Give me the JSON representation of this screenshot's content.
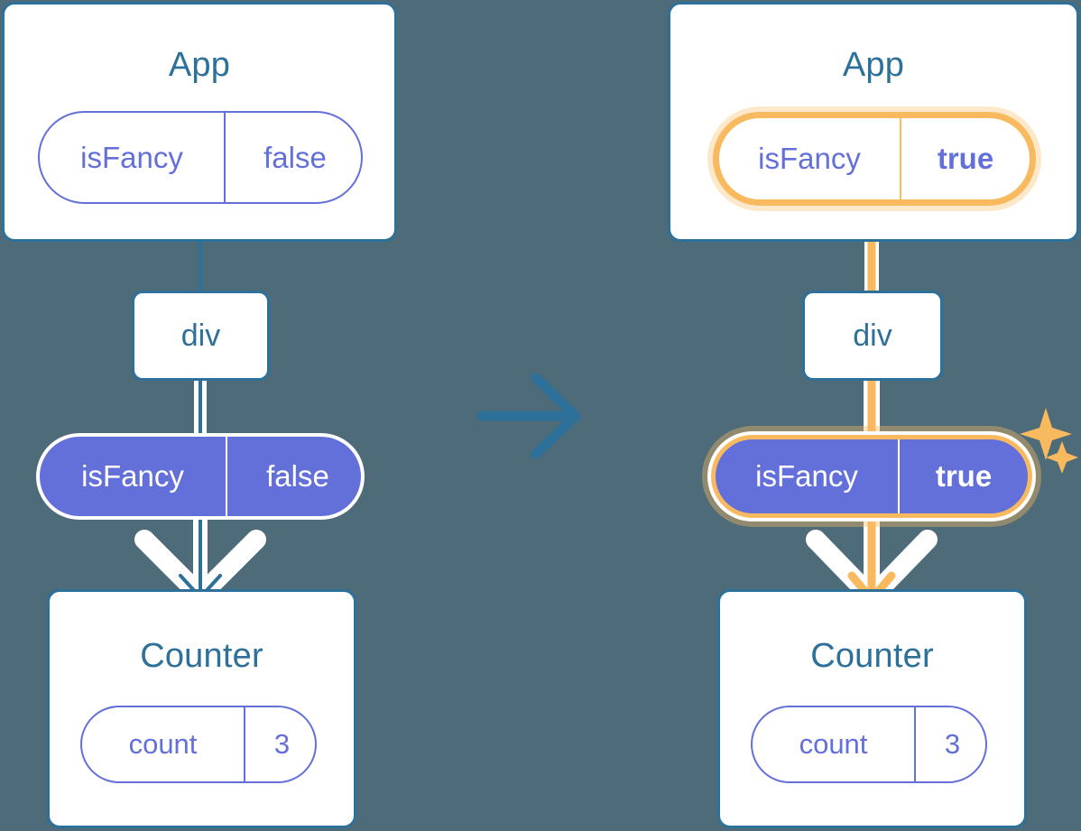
{
  "diagram": {
    "title_semantic": "react-state-lifting-before-after",
    "background_color": "#4d6b78",
    "transition_arrow": "→"
  },
  "colors": {
    "panel_border": "#2d7099",
    "panel_title": "#2d7099",
    "state_purple": "#6370d9",
    "highlight_orange": "#f9b95e",
    "highlight_orange_soft": "#fbd9a4",
    "white": "#ffffff"
  },
  "before": {
    "app": {
      "title": "App",
      "state": {
        "key": "isFancy",
        "value": "false",
        "highlighted": false,
        "style": "outline"
      }
    },
    "div": {
      "label": "div"
    },
    "prop": {
      "key": "isFancy",
      "value": "false",
      "highlighted": false,
      "style": "filled"
    },
    "counter": {
      "title": "Counter",
      "state": {
        "key": "count",
        "value": "3",
        "highlighted": false,
        "style": "outline"
      }
    },
    "edge_color": "#2d7099"
  },
  "after": {
    "app": {
      "title": "App",
      "state": {
        "key": "isFancy",
        "value": "true",
        "highlighted": true,
        "style": "outline"
      }
    },
    "div": {
      "label": "div"
    },
    "prop": {
      "key": "isFancy",
      "value": "true",
      "highlighted": true,
      "style": "filled"
    },
    "counter": {
      "title": "Counter",
      "state": {
        "key": "count",
        "value": "3",
        "highlighted": false,
        "style": "outline"
      }
    },
    "edge_color": "#f9b95e",
    "sparkles": [
      "sparkle-large",
      "sparkle-small"
    ]
  }
}
